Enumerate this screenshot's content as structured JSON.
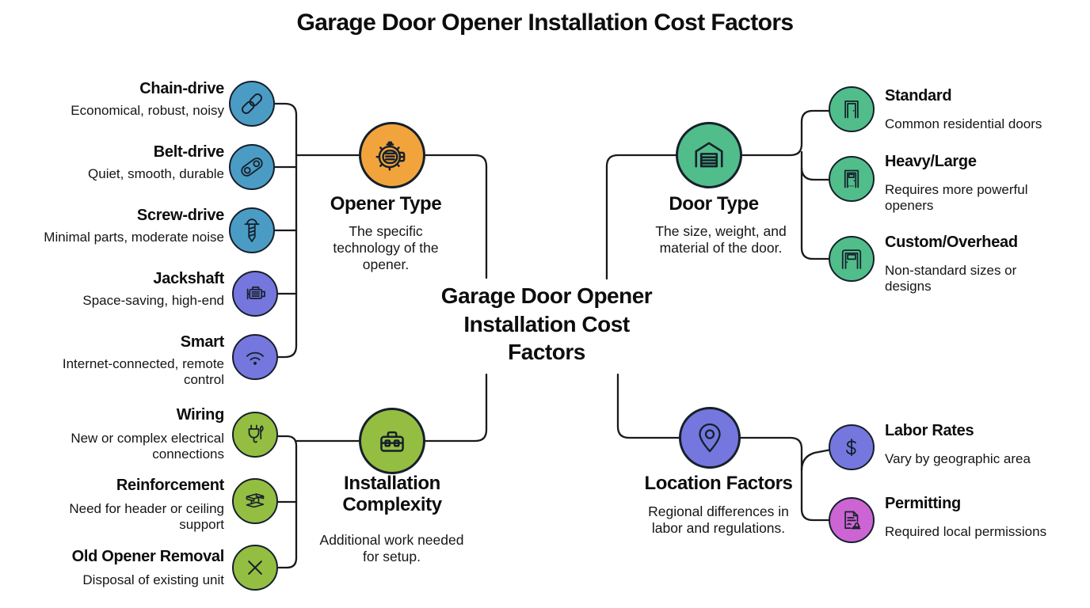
{
  "page_title": "Garage Door Opener Installation Cost Factors",
  "center_node": {
    "label": "Garage Door Opener Installation Cost Factors"
  },
  "branches": {
    "opener_type": {
      "title": "Opener Type",
      "description": "The specific technology of the opener.",
      "icon": "engine-gear-icon",
      "color": "#F2A43C"
    },
    "door_type": {
      "title": "Door Type",
      "description": "The size, weight, and material of the door.",
      "icon": "garage-door-icon",
      "color": "#51BD8B"
    },
    "installation_complexity": {
      "title": "Installation Complexity",
      "description": "Additional work needed for setup.",
      "icon": "toolbox-icon",
      "color": "#94BE41"
    },
    "location_factors": {
      "title": "Location Factors",
      "description": "Regional differences in labor and regulations.",
      "icon": "map-pin-icon",
      "color": "#7577DE"
    }
  },
  "opener_types": {
    "chain_drive": {
      "title": "Chain-drive",
      "description": "Economical, robust, noisy",
      "icon": "chain-link-icon",
      "color": "#4A9CC5"
    },
    "belt_drive": {
      "title": "Belt-drive",
      "description": "Quiet, smooth, durable",
      "icon": "belt-pulley-icon",
      "color": "#4A9CC5"
    },
    "screw_drive": {
      "title": "Screw-drive",
      "description": "Minimal parts, moderate noise",
      "icon": "screw-icon",
      "color": "#4A9CC5"
    },
    "jackshaft": {
      "title": "Jackshaft",
      "description": "Space-saving, high-end",
      "icon": "motor-icon",
      "color": "#7577DE"
    },
    "smart": {
      "title": "Smart",
      "description": "Internet-connected, remote control",
      "icon": "wifi-icon",
      "color": "#7577DE"
    }
  },
  "complexity_factors": {
    "wiring": {
      "title": "Wiring",
      "description": "New or complex electrical connections",
      "icon": "plug-icon",
      "color": "#94BE41"
    },
    "reinforcement": {
      "title": "Reinforcement",
      "description": "Need for header or ceiling support",
      "icon": "i-beam-icon",
      "color": "#94BE41"
    },
    "old_opener_removal": {
      "title": "Old Opener Removal",
      "description": "Disposal of existing unit",
      "icon": "x-cross-icon",
      "color": "#94BE41"
    }
  },
  "door_types": {
    "standard": {
      "title": "Standard",
      "description": "Common residential doors",
      "icon": "standard-door-icon",
      "color": "#51BD8B"
    },
    "heavy_large": {
      "title": "Heavy/Large",
      "description": "Requires more powerful openers",
      "icon": "heavy-door-icon",
      "color": "#51BD8B"
    },
    "custom_overhead": {
      "title": "Custom/Overhead",
      "description": "Non-standard sizes or designs",
      "icon": "overhead-door-icon",
      "color": "#51BD8B"
    }
  },
  "location_items": {
    "labor_rates": {
      "title": "Labor Rates",
      "description": "Vary by geographic area",
      "icon": "dollar-icon",
      "color": "#7577DE"
    },
    "permitting": {
      "title": "Permitting",
      "description": "Required local permissions",
      "icon": "permit-stamp-icon",
      "color": "#CC64D3"
    }
  },
  "palette": {
    "teal": "#4A9CC5",
    "purple": "#7577DE",
    "orange": "#F2A43C",
    "green": "#51BD8B",
    "olive": "#94BE41",
    "magenta": "#CC64D3",
    "connector_line": "#1a1a1a",
    "outline": "#16202b",
    "text": "#111111",
    "background": "#ffffff"
  }
}
